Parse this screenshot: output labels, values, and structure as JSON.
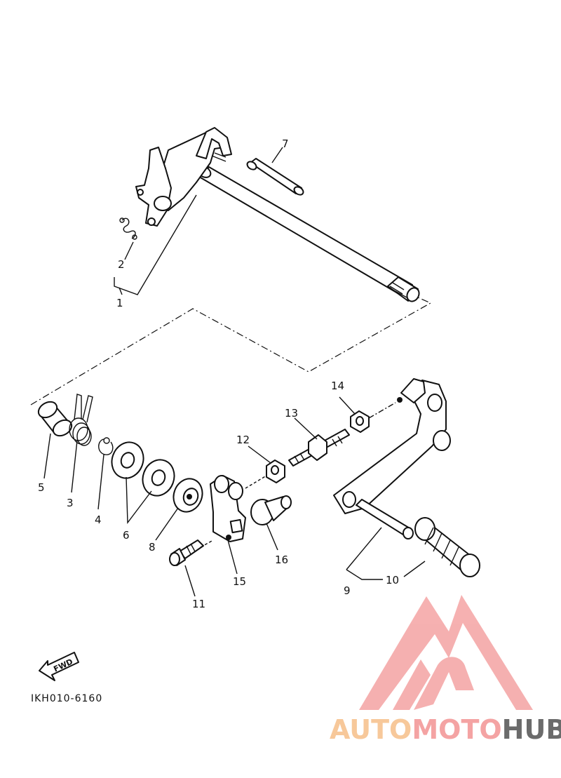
{
  "diagram": {
    "callouts": [
      {
        "id": "1",
        "label": "1"
      },
      {
        "id": "2",
        "label": "2"
      },
      {
        "id": "3",
        "label": "3"
      },
      {
        "id": "4",
        "label": "4"
      },
      {
        "id": "5",
        "label": "5"
      },
      {
        "id": "6",
        "label": "6"
      },
      {
        "id": "7",
        "label": "7"
      },
      {
        "id": "8",
        "label": "8"
      },
      {
        "id": "9",
        "label": "9"
      },
      {
        "id": "10",
        "label": "10"
      },
      {
        "id": "11",
        "label": "11"
      },
      {
        "id": "12",
        "label": "12"
      },
      {
        "id": "13",
        "label": "13"
      },
      {
        "id": "14",
        "label": "14"
      },
      {
        "id": "15",
        "label": "15"
      },
      {
        "id": "16",
        "label": "16"
      }
    ],
    "fwd_label": "FWD",
    "diagram_code": "IKH010-6160"
  },
  "watermark": {
    "part1": "AUTO",
    "part2": "MOTO",
    "part3": "HUB",
    "color_auto": "#f7c89a",
    "color_moto": "#f4a3a3",
    "color_hub": "#6b6b6b",
    "logo_color": "#f4a3a3"
  }
}
